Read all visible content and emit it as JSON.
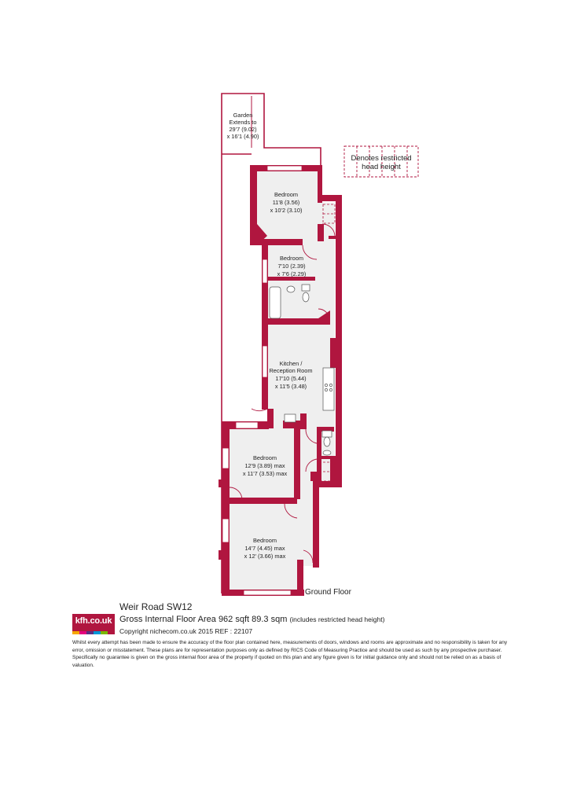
{
  "plan": {
    "rooms": [
      {
        "id": "garden",
        "name_lines": [
          "Garden",
          "Extends to",
          "29'7 (9.02)",
          "x 16'1 (4.90)"
        ]
      },
      {
        "id": "bedroom1",
        "name_lines": [
          "Bedroom",
          "11'8 (3.56)",
          "x 10'2 (3.10)"
        ]
      },
      {
        "id": "bedroom2",
        "name_lines": [
          "Bedroom",
          "7'10 (2.39)",
          "x 7'6 (2.29)"
        ]
      },
      {
        "id": "kitchen",
        "name_lines": [
          "Kitchen /",
          "Reception Room",
          "17'10 (5.44)",
          "x 11'5 (3.48)"
        ]
      },
      {
        "id": "bedroom3",
        "name_lines": [
          "Bedroom",
          "12'9 (3.89) max",
          "x 11'7 (3.53) max"
        ]
      },
      {
        "id": "bedroom4",
        "name_lines": [
          "Bedroom",
          "14'7 (4.45) max",
          "x 12' (3.66) max"
        ]
      }
    ],
    "legend_lines": [
      "Denotes restricted",
      "head height"
    ],
    "floor_label": "Ground Floor"
  },
  "brand": {
    "logo_text": "kfh.co.uk",
    "logo_bar_colors": [
      "#f7a600",
      "#e4007c",
      "#5a2d82",
      "#0096d6",
      "#7ab800",
      "#b0163f"
    ],
    "wall_color": "#b0163f"
  },
  "info": {
    "address": "Weir Road  SW12",
    "area": "Gross Internal Floor Area 962 sqft 89.3 sqm",
    "area_note": "(includes restricted head height)",
    "copyright": "Copyright nichecom.co.uk 2015 REF : 22107",
    "disclaimer": "Whilst every attempt has been made to ensure the accuracy of the floor plan contained here, measurements of doors, windows and rooms are approximate and no responsibility is taken for any error, omission or misstatement.  These plans are for representation purposes only as defined by RICS Code of Measuring Practice and should be used as such by any prospective purchaser.  Specifically no guarantee is given on the gross internal floor area of the property if quoted on this plan and any figure given is for initial guidance only and should not be relied on as a basis of valuation."
  }
}
